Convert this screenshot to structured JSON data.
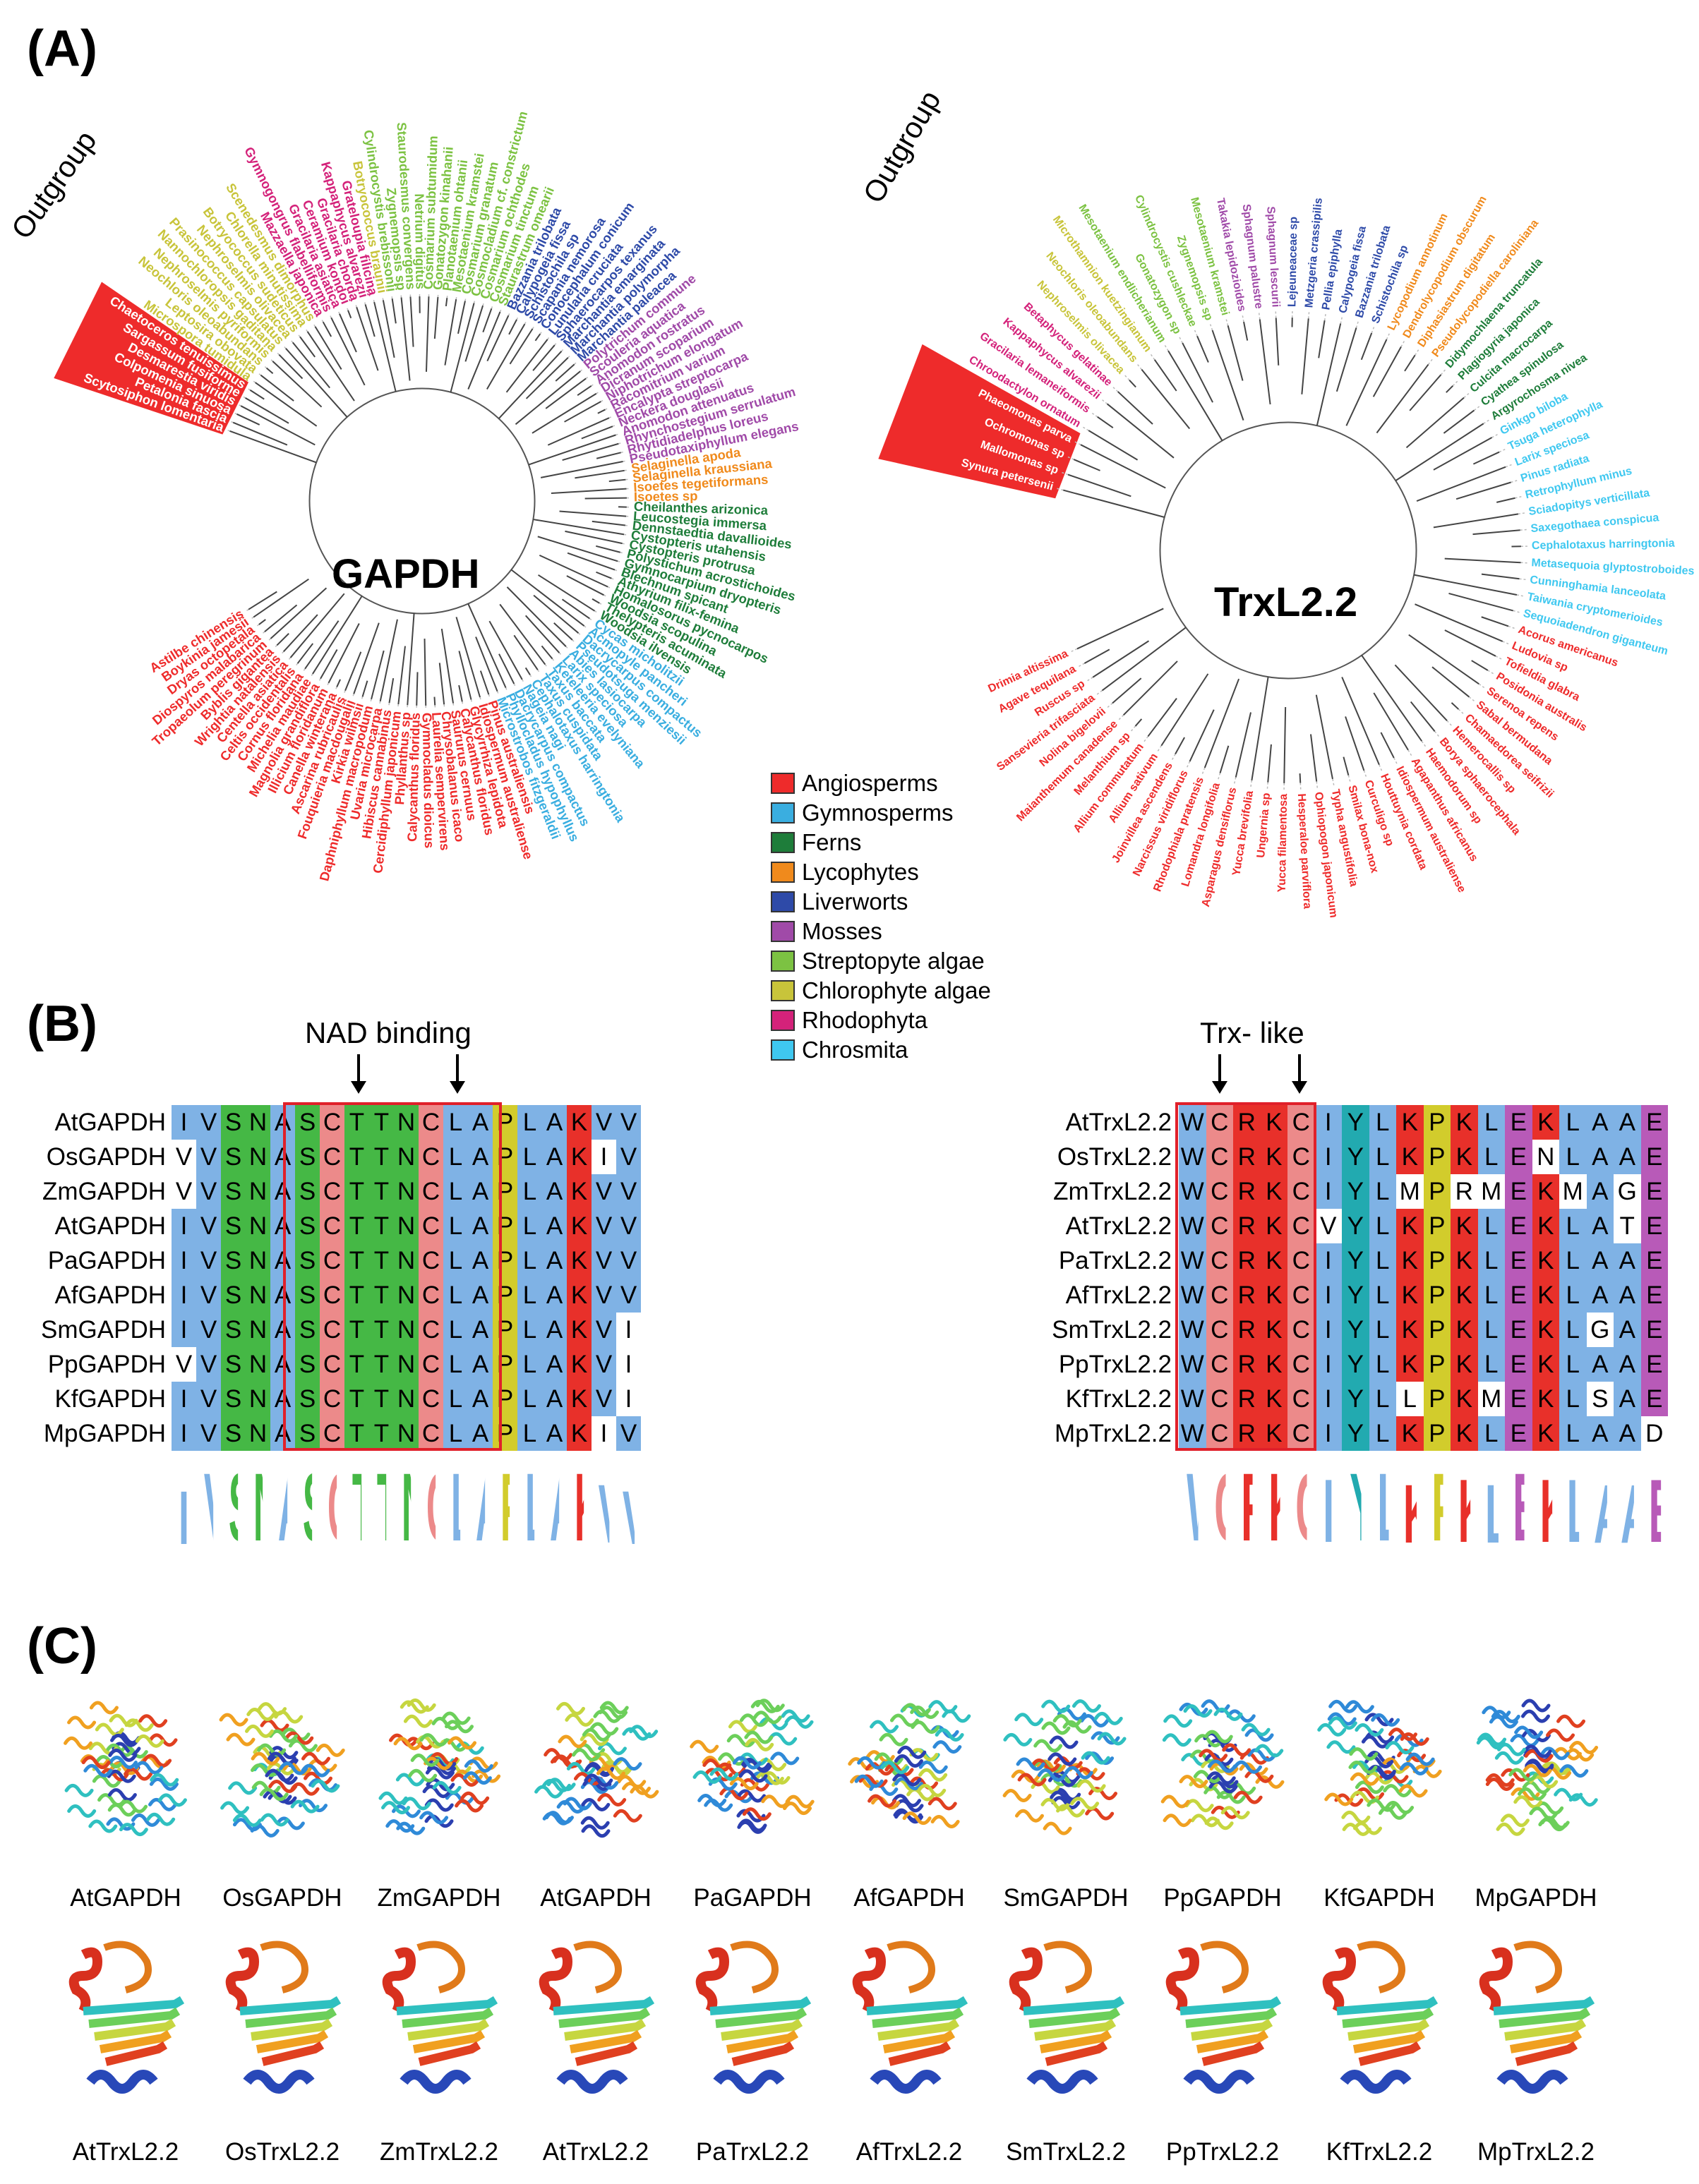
{
  "panels": {
    "a": "(A)",
    "b": "(B)",
    "c": "(C)"
  },
  "colors": {
    "angiosperms": "#ee2b2b",
    "gymnosperms": "#3aaee0",
    "ferns": "#1e7d3a",
    "lycophytes": "#f08a1c",
    "liverworts": "#2e4aa8",
    "mosses": "#a04aa8",
    "streptophyte": "#7cc242",
    "chlorophyte": "#c8c43a",
    "rhodophyta": "#d4227a",
    "chrosmita": "#3fc8f0",
    "outgroup_box": "#ee2b2b"
  },
  "tree_gapdh": {
    "title": "GAPDH",
    "outgroup_label": "Outgroup",
    "leaves": [
      {
        "n": "Scytosiphon lomentaria",
        "g": "outgroup"
      },
      {
        "n": "Petalonia fascia",
        "g": "outgroup"
      },
      {
        "n": "Colpomenia sinuosa",
        "g": "outgroup"
      },
      {
        "n": "Desmarestia viridis",
        "g": "outgroup"
      },
      {
        "n": "Sargassum fusiforme",
        "g": "outgroup"
      },
      {
        "n": "Chaetoceros tenuissimus",
        "g": "outgroup"
      },
      {
        "n": "Microspora tumidula",
        "g": "chlorophyte"
      },
      {
        "n": "Leptosira obovata",
        "g": "chlorophyte"
      },
      {
        "n": "Neochloris oleoabundans",
        "g": "chlorophyte"
      },
      {
        "n": "Nephroselmis pyriformis",
        "g": "chlorophyte"
      },
      {
        "n": "Nannochloropsis gaditana",
        "g": "chlorophyte"
      },
      {
        "n": "Prasinococcus capsulatus",
        "g": "chlorophyte"
      },
      {
        "n": "Nephroselmis olivacea",
        "g": "chlorophyte"
      },
      {
        "n": "Botryococcus sudeticus",
        "g": "chlorophyte"
      },
      {
        "n": "Chlorella minutissima",
        "g": "chlorophyte"
      },
      {
        "n": "Scenedesmus dimorphus",
        "g": "chlorophyte"
      },
      {
        "n": "Mazzaella japonica",
        "g": "rhodophyta"
      },
      {
        "n": "Gymnogongrus flabelliformis",
        "g": "rhodophyta"
      },
      {
        "n": "Gracilaria asiatica",
        "g": "rhodophyta"
      },
      {
        "n": "Ceramium kondoi",
        "g": "rhodophyta"
      },
      {
        "n": "Gracilaria chorda",
        "g": "rhodophyta"
      },
      {
        "n": "Kappaphycus alvarezii",
        "g": "rhodophyta"
      },
      {
        "n": "Grateloupia filicina",
        "g": "rhodophyta"
      },
      {
        "n": "Botryococcus braunii",
        "g": "chlorophyte"
      },
      {
        "n": "Cylindrocystis brebissonii",
        "g": "streptophyte"
      },
      {
        "n": "Zygnemopsis sp",
        "g": "streptophyte"
      },
      {
        "n": "Staurodesmus convergens",
        "g": "streptophyte"
      },
      {
        "n": "Netrium digitus",
        "g": "streptophyte"
      },
      {
        "n": "Cosmarium subtumidum",
        "g": "streptophyte"
      },
      {
        "n": "Gonatozygon kinahanii",
        "g": "streptophyte"
      },
      {
        "n": "Planotaenium ohtanii",
        "g": "streptophyte"
      },
      {
        "n": "Mesotaenium kramstei",
        "g": "streptophyte"
      },
      {
        "n": "Cosmarium granatum",
        "g": "streptophyte"
      },
      {
        "n": "Cosmocladium cf. constrictum",
        "g": "streptophyte"
      },
      {
        "n": "Cosmarium ochthodes",
        "g": "streptophyte"
      },
      {
        "n": "Cosmarium tinctum",
        "g": "streptophyte"
      },
      {
        "n": "Staurastrum omearii",
        "g": "streptophyte"
      },
      {
        "n": "Bazzania trilobata",
        "g": "liverworts"
      },
      {
        "n": "Calypogeia fissa",
        "g": "liverworts"
      },
      {
        "n": "Schistochila sp",
        "g": "liverworts"
      },
      {
        "n": "Scapania nemorosa",
        "g": "liverworts"
      },
      {
        "n": "Conocephalum conicum",
        "g": "liverworts"
      },
      {
        "n": "Lunularia cruciata",
        "g": "liverworts"
      },
      {
        "n": "Sphaerocarpos texanus",
        "g": "liverworts"
      },
      {
        "n": "Marchantia emarginata",
        "g": "liverworts"
      },
      {
        "n": "Marchantia polymorpha",
        "g": "liverworts"
      },
      {
        "n": "Marchantia paleacea",
        "g": "liverworts"
      },
      {
        "n": "Polytrichum commune",
        "g": "mosses"
      },
      {
        "n": "Scouleria aquatica",
        "g": "mosses"
      },
      {
        "n": "Anomodon rostratus",
        "g": "mosses"
      },
      {
        "n": "Dicranum scoparium",
        "g": "mosses"
      },
      {
        "n": "Niphotrichum elongatum",
        "g": "mosses"
      },
      {
        "n": "Racomitrium varium",
        "g": "mosses"
      },
      {
        "n": "Encalypta streptocarpa",
        "g": "mosses"
      },
      {
        "n": "Neckera douglasii",
        "g": "mosses"
      },
      {
        "n": "Anomodon attenuatus",
        "g": "mosses"
      },
      {
        "n": "Rhynchostegium serrulatum",
        "g": "mosses"
      },
      {
        "n": "Rhytidiadelphus loreus",
        "g": "mosses"
      },
      {
        "n": "Pseudotaxiphyllum elegans",
        "g": "mosses"
      },
      {
        "n": "Selaginella apoda",
        "g": "lycophytes"
      },
      {
        "n": "Selaginella kraussiana",
        "g": "lycophytes"
      },
      {
        "n": "Isoetes tegetiformans",
        "g": "lycophytes"
      },
      {
        "n": "Isoetes sp",
        "g": "lycophytes"
      },
      {
        "n": "Cheilanthes arizonica",
        "g": "ferns"
      },
      {
        "n": "Leucostegia immersa",
        "g": "ferns"
      },
      {
        "n": "Dennstaedtia davallioides",
        "g": "ferns"
      },
      {
        "n": "Cystopteris utahensis",
        "g": "ferns"
      },
      {
        "n": "Cystopteris protrusa",
        "g": "ferns"
      },
      {
        "n": "Polystichum acrostichoides",
        "g": "ferns"
      },
      {
        "n": "Gymnocarpium dryopteris",
        "g": "ferns"
      },
      {
        "n": "Blechnum spicant",
        "g": "ferns"
      },
      {
        "n": "Athyrium filix-femina",
        "g": "ferns"
      },
      {
        "n": "Homalosorus pycnocarpos",
        "g": "ferns"
      },
      {
        "n": "Woodsia scopulina",
        "g": "ferns"
      },
      {
        "n": "Thelypteris acuminata",
        "g": "ferns"
      },
      {
        "n": "Woodsia ilvensis",
        "g": "ferns"
      },
      {
        "n": "Cycas micholitzii",
        "g": "gymnosperms"
      },
      {
        "n": "Acmopyle pancheri",
        "g": "gymnosperms"
      },
      {
        "n": "Dacrycarpus compactus",
        "g": "gymnosperms"
      },
      {
        "n": "Pseudotsuga menziesii",
        "g": "gymnosperms"
      },
      {
        "n": "Abies lasiocarpa",
        "g": "gymnosperms"
      },
      {
        "n": "Larix speciosa",
        "g": "gymnosperms"
      },
      {
        "n": "Keteleeria evelyniana",
        "g": "gymnosperms"
      },
      {
        "n": "Taxus baccata",
        "g": "gymnosperms"
      },
      {
        "n": "Taxus cuspidata",
        "g": "gymnosperms"
      },
      {
        "n": "Cephalotaxus harringtonia",
        "g": "gymnosperms"
      },
      {
        "n": "Nageia nagi",
        "g": "gymnosperms"
      },
      {
        "n": "Dacrycarpus compactus",
        "g": "gymnosperms"
      },
      {
        "n": "Phyllocladus hypophyllus",
        "g": "gymnosperms"
      },
      {
        "n": "Microstrobos fitzgeraldii",
        "g": "gymnosperms"
      },
      {
        "n": "Pinus australiensis",
        "g": "angiosperms"
      },
      {
        "n": "Idiospermum australiense",
        "g": "angiosperms"
      },
      {
        "n": "Glycyrrhiza lepidota",
        "g": "angiosperms"
      },
      {
        "n": "Calycanthus floridus",
        "g": "angiosperms"
      },
      {
        "n": "Saururus cernuus",
        "g": "angiosperms"
      },
      {
        "n": "Chrysobalanus icaco",
        "g": "angiosperms"
      },
      {
        "n": "Laurelia sempervirens",
        "g": "angiosperms"
      },
      {
        "n": "Gymnocladus dioicus",
        "g": "angiosperms"
      },
      {
        "n": "Calycanthus floridus",
        "g": "angiosperms"
      },
      {
        "n": "Phyllanthus sp",
        "g": "angiosperms"
      },
      {
        "n": "Cercidiphyllum japonicum",
        "g": "angiosperms"
      },
      {
        "n": "Hibiscus cannabinus",
        "g": "angiosperms"
      },
      {
        "n": "Uvaria microcarpa",
        "g": "angiosperms"
      },
      {
        "n": "Daphniphyllum macropodum",
        "g": "angiosperms"
      },
      {
        "n": "Kirkia wilmsii",
        "g": "angiosperms"
      },
      {
        "n": "Fouquieria macdougalii",
        "g": "angiosperms"
      },
      {
        "n": "Ascarina rubricaulis",
        "g": "angiosperms"
      },
      {
        "n": "Canella winterana",
        "g": "angiosperms"
      },
      {
        "n": "Illicium floridanum",
        "g": "angiosperms"
      },
      {
        "n": "Magnolia grandiflora",
        "g": "angiosperms"
      },
      {
        "n": "Michelia maudiae",
        "g": "angiosperms"
      },
      {
        "n": "Cornus floridana",
        "g": "angiosperms"
      },
      {
        "n": "Celtis occidentalis",
        "g": "angiosperms"
      },
      {
        "n": "Centella asiatica",
        "g": "angiosperms"
      },
      {
        "n": "Wrightia natalensis",
        "g": "angiosperms"
      },
      {
        "n": "Byblis gigantea",
        "g": "angiosperms"
      },
      {
        "n": "Tropaeolum peregrinum",
        "g": "angiosperms"
      },
      {
        "n": "Diospyros malabarica",
        "g": "angiosperms"
      },
      {
        "n": "Dryas octopetala",
        "g": "angiosperms"
      },
      {
        "n": "Boykinia jamesii",
        "g": "angiosperms"
      },
      {
        "n": "Astilbe chinensis",
        "g": "angiosperms"
      }
    ]
  },
  "tree_trx": {
    "title": "TrxL2.2",
    "outgroup_label": "Outgroup",
    "leaves": [
      {
        "n": "Synura petersenii",
        "g": "outgroup"
      },
      {
        "n": "Mallomonas sp",
        "g": "outgroup"
      },
      {
        "n": "Ochromonas sp",
        "g": "outgroup"
      },
      {
        "n": "Phaeomonas parva",
        "g": "outgroup"
      },
      {
        "n": "Chroodactylon ornatum",
        "g": "rhodophyta"
      },
      {
        "n": "Gracilaria lemaneiformis",
        "g": "rhodophyta"
      },
      {
        "n": "Kappaphycus alvarezii",
        "g": "rhodophyta"
      },
      {
        "n": "Betaphycus gelatinae",
        "g": "rhodophyta"
      },
      {
        "n": "Nephroselmis olivacea",
        "g": "chlorophyte"
      },
      {
        "n": "Neochloris oleoabundans",
        "g": "chlorophyte"
      },
      {
        "n": "Microthamnion kuetzingianum",
        "g": "chlorophyte"
      },
      {
        "n": "Mesotaenium endlicherianum",
        "g": "streptophyte"
      },
      {
        "n": "Gonatozygon sp",
        "g": "streptophyte"
      },
      {
        "n": "Cylindrocystis cushleckae",
        "g": "streptophyte"
      },
      {
        "n": "Zygnemopsis sp",
        "g": "streptophyte"
      },
      {
        "n": "Mesotaenium kramstei",
        "g": "streptophyte"
      },
      {
        "n": "Takakia lepidozioides",
        "g": "mosses"
      },
      {
        "n": "Sphagnum palustre",
        "g": "mosses"
      },
      {
        "n": "Sphagnum lescurii",
        "g": "mosses"
      },
      {
        "n": "Lejeuneaceae sp",
        "g": "liverworts"
      },
      {
        "n": "Metzgeria crassipilis",
        "g": "liverworts"
      },
      {
        "n": "Pellia epiphylla",
        "g": "liverworts"
      },
      {
        "n": "Calypogeia fissa",
        "g": "liverworts"
      },
      {
        "n": "Bazzania trilobata",
        "g": "liverworts"
      },
      {
        "n": "Schistochila sp",
        "g": "liverworts"
      },
      {
        "n": "Lycopodium annotinum",
        "g": "lycophytes"
      },
      {
        "n": "Dendrolycopodium obscurum",
        "g": "lycophytes"
      },
      {
        "n": "Diphasiastrum digitatum",
        "g": "lycophytes"
      },
      {
        "n": "Pseudolycopodiella caroliniana",
        "g": "lycophytes"
      },
      {
        "n": "Didymochlaena truncatula",
        "g": "ferns"
      },
      {
        "n": "Plagiogyria japonica",
        "g": "ferns"
      },
      {
        "n": "Culcita macrocarpa",
        "g": "ferns"
      },
      {
        "n": "Cyathea spinulosa",
        "g": "ferns"
      },
      {
        "n": "Argyrochosma nivea",
        "g": "ferns"
      },
      {
        "n": "Ginkgo biloba",
        "g": "chrosmita"
      },
      {
        "n": "Tsuga heterophylla",
        "g": "chrosmita"
      },
      {
        "n": "Larix speciosa",
        "g": "chrosmita"
      },
      {
        "n": "Pinus radiata",
        "g": "chrosmita"
      },
      {
        "n": "Retrophyllum minus",
        "g": "chrosmita"
      },
      {
        "n": "Sciadopitys verticillata",
        "g": "chrosmita"
      },
      {
        "n": "Saxegothaea conspicua",
        "g": "chrosmita"
      },
      {
        "n": "Cephalotaxus harringtonia",
        "g": "chrosmita"
      },
      {
        "n": "Metasequoia glyptostroboides",
        "g": "chrosmita"
      },
      {
        "n": "Cunninghamia lanceolata",
        "g": "chrosmita"
      },
      {
        "n": "Taiwania cryptomerioides",
        "g": "chrosmita"
      },
      {
        "n": "Sequoiadendron giganteum",
        "g": "chrosmita"
      },
      {
        "n": "Acorus americanus",
        "g": "angiosperms"
      },
      {
        "n": "Ludovia sp",
        "g": "angiosperms"
      },
      {
        "n": "Tofieldia glabra",
        "g": "angiosperms"
      },
      {
        "n": "Posidonia australis",
        "g": "angiosperms"
      },
      {
        "n": "Serenoa repens",
        "g": "angiosperms"
      },
      {
        "n": "Sabal bermudana",
        "g": "angiosperms"
      },
      {
        "n": "Chamaedorea seifrizii",
        "g": "angiosperms"
      },
      {
        "n": "Hemerocallis sp",
        "g": "angiosperms"
      },
      {
        "n": "Borya sphaerocephala",
        "g": "angiosperms"
      },
      {
        "n": "Haemodorum sp",
        "g": "angiosperms"
      },
      {
        "n": "Agapanthus africanus",
        "g": "angiosperms"
      },
      {
        "n": "Idiospermum australiense",
        "g": "angiosperms"
      },
      {
        "n": "Houttuynia cordata",
        "g": "angiosperms"
      },
      {
        "n": "Curculigo sp",
        "g": "angiosperms"
      },
      {
        "n": "Smilax bona-nox",
        "g": "angiosperms"
      },
      {
        "n": "Typha angustifolia",
        "g": "angiosperms"
      },
      {
        "n": "Ophiopogon japonicum",
        "g": "angiosperms"
      },
      {
        "n": "Hesperaloe parviflora",
        "g": "angiosperms"
      },
      {
        "n": "Yucca filamentosa",
        "g": "angiosperms"
      },
      {
        "n": "Ungernia sp",
        "g": "angiosperms"
      },
      {
        "n": "Yucca brevifolia",
        "g": "angiosperms"
      },
      {
        "n": "Asparagus densiflorus",
        "g": "angiosperms"
      },
      {
        "n": "Lomandra longifolia",
        "g": "angiosperms"
      },
      {
        "n": "Rhodophiala pratensis",
        "g": "angiosperms"
      },
      {
        "n": "Narcissus viridiflorus",
        "g": "angiosperms"
      },
      {
        "n": "Joinvillea ascendens",
        "g": "angiosperms"
      },
      {
        "n": "Allium sativum",
        "g": "angiosperms"
      },
      {
        "n": "Allium commutatum",
        "g": "angiosperms"
      },
      {
        "n": "Melanthium sp",
        "g": "angiosperms"
      },
      {
        "n": "Maianthemum canadense",
        "g": "angiosperms"
      },
      {
        "n": "Nolina bigelovii",
        "g": "angiosperms"
      },
      {
        "n": "Sansevieria trifasciata",
        "g": "angiosperms"
      },
      {
        "n": "Ruscus sp",
        "g": "angiosperms"
      },
      {
        "n": "Agave tequilana",
        "g": "angiosperms"
      },
      {
        "n": "Drimia altissima",
        "g": "angiosperms"
      }
    ]
  },
  "legend": [
    {
      "label": "Angiosperms",
      "key": "angiosperms"
    },
    {
      "label": "Gymnosperms",
      "key": "gymnosperms"
    },
    {
      "label": "Ferns",
      "key": "ferns"
    },
    {
      "label": "Lycophytes",
      "key": "lycophytes"
    },
    {
      "label": "Liverworts",
      "key": "liverworts"
    },
    {
      "label": "Mosses",
      "key": "mosses"
    },
    {
      "label": "Streptopyte algae",
      "key": "streptophyte"
    },
    {
      "label": "Chlorophyte algae",
      "key": "chlorophyte"
    },
    {
      "label": "Rhodophyta",
      "key": "rhodophyta"
    },
    {
      "label": "Chrosmita",
      "key": "chrosmita"
    }
  ],
  "alignment_gapdh": {
    "motif_label": "NAD binding",
    "names": [
      "AtGAPDH",
      "OsGAPDH",
      "ZmGAPDH",
      "AtGAPDH",
      "PaGAPDH",
      "AfGAPDH",
      "SmGAPDH",
      "PpGAPDH",
      "KfGAPDH",
      "MpGAPDH"
    ],
    "seqs": [
      "IVSNASCTTNCLAPLAKVV",
      "VVSNASCTTNCLAPLAKIV",
      "VVSNASCTTNCLAPLAKVV",
      "IVSNASCTTNCLAPLAKVV",
      "IVSNASCTTNCLAPLAKVV",
      "IVSNASCTTNCLAPLAKVV",
      "IVSNASCTTNCLAPLAKVI",
      "VVSNASCTTNCLAPLAKVI",
      "IVSNASCTTNCLAPLAKVI",
      "IVSNASCTTNCLAPLAKIV"
    ],
    "logo": "IVSNASCTTNCLAPLAKVV"
  },
  "alignment_trx": {
    "motif_label": "Trx- like",
    "names": [
      "AtTrxL2.2",
      "OsTrxL2.2",
      "ZmTrxL2.2",
      "AtTrxL2.2",
      "PaTrxL2.2",
      "AfTrxL2.2",
      "SmTrxL2.2",
      "PpTrxL2.2",
      "KfTrxL2.2",
      "MpTrxL2.2"
    ],
    "seqs": [
      "WCRKCIYLKPKLEKLAAE",
      "WCRKCIYLKPKLENLAAE",
      "WCRKCIYLMPRMEKMAGE",
      "WCRKCVYLKPKLEKLATE",
      "WCRKCIYLKPKLEKLAAE",
      "WCRKCIYLKPKLEKLAAE",
      "WCRKCIYLKPKLEKLGAE",
      "WCRKCIYLKPKLEKLAAE",
      "WCRKCIYLLPKMEKLSAE",
      "WCRKCIYLKPKLEKLAAD"
    ],
    "logo": "WCRKCIYLKPKLEKLAAE"
  },
  "structures": {
    "gapdh": [
      "AtGAPDH",
      "OsGAPDH",
      "ZmGAPDH",
      "AtGAPDH",
      "PaGAPDH",
      "AfGAPDH",
      "SmGAPDH",
      "PpGAPDH",
      "KfGAPDH",
      "MpGAPDH"
    ],
    "trx": [
      "AtTrxL2.2",
      "OsTrxL2.2",
      "ZmTrxL2.2",
      "AtTrxL2.2",
      "PaTrxL2.2",
      "AfTrxL2.2",
      "SmTrxL2.2",
      "PpTrxL2.2",
      "KfTrxL2.2",
      "MpTrxL2.2"
    ]
  }
}
